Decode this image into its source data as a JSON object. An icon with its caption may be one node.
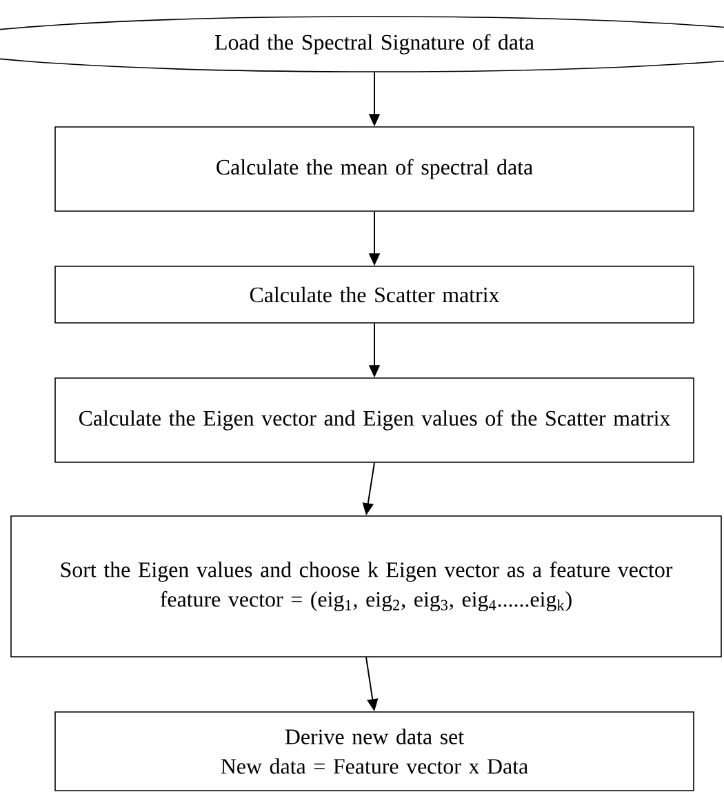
{
  "diagram": {
    "nodes": [
      {
        "text": [
          "Load the Spectral Signature of data"
        ]
      },
      {
        "text": [
          "Calculate the mean of spectral data"
        ]
      },
      {
        "text": [
          "Calculate the Scatter matrix"
        ]
      },
      {
        "text": [
          "Calculate the Eigen vector and Eigen values of the Scatter matrix"
        ]
      },
      {
        "text": [
          "Sort the Eigen values and choose k Eigen vector as a feature vector",
          "feature vector = (eig$_{1}$, eig$_{2}$, eig$_{3}$, eig$_{4}$......eig$_{k}$)"
        ]
      },
      {
        "text": [
          "Derive new data set",
          "New data = Feature vector x Data"
        ]
      }
    ],
    "edges": [
      {
        "from": 0,
        "to": 1,
        "arrow": "to"
      },
      {
        "from": 1,
        "to": 2,
        "arrow": "to"
      },
      {
        "from": 2,
        "to": 3,
        "arrow": "to"
      },
      {
        "from": 3,
        "to": 4,
        "arrow": "to"
      },
      {
        "from": 4,
        "to": 5,
        "arrow": "to"
      }
    ]
  }
}
